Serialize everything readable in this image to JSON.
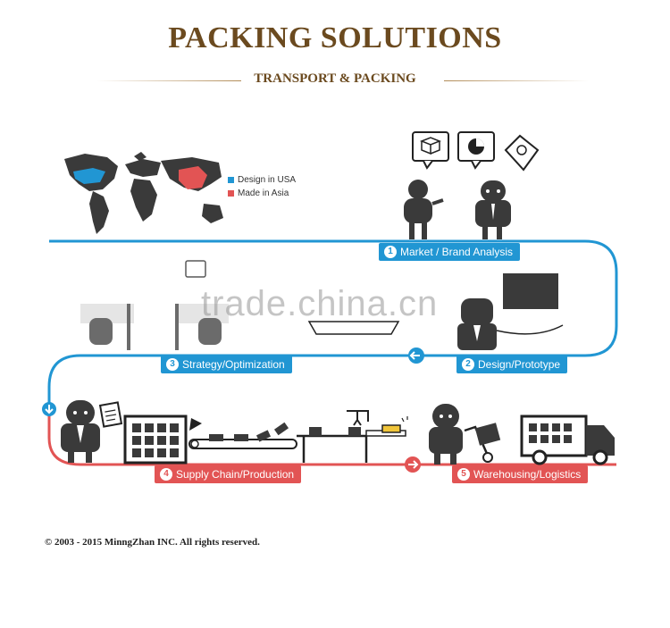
{
  "header": {
    "title": "PACKING SOLUTIONS",
    "subtitle": "TRANSPORT & PACKING"
  },
  "legend": [
    {
      "label": "Design in USA",
      "color": "#2196d3"
    },
    {
      "label": "Made in Asia",
      "color": "#e25454"
    }
  ],
  "steps": [
    {
      "number": "1",
      "label": "Market / Brand Analysis",
      "color": "#2196d3"
    },
    {
      "number": "2",
      "label": "Design/Prototype",
      "color": "#2196d3"
    },
    {
      "number": "3",
      "label": "Strategy/Optimization",
      "color": "#2196d3"
    },
    {
      "number": "4",
      "label": "Supply Chain/Production",
      "color": "#e25454"
    },
    {
      "number": "5",
      "label": "Warehousing/Logistics",
      "color": "#e25454"
    }
  ],
  "watermark": "trade.china.cn",
  "footer": {
    "copyright": "© 2003 - 2015 MinngZhan INC.  All rights reserved."
  }
}
